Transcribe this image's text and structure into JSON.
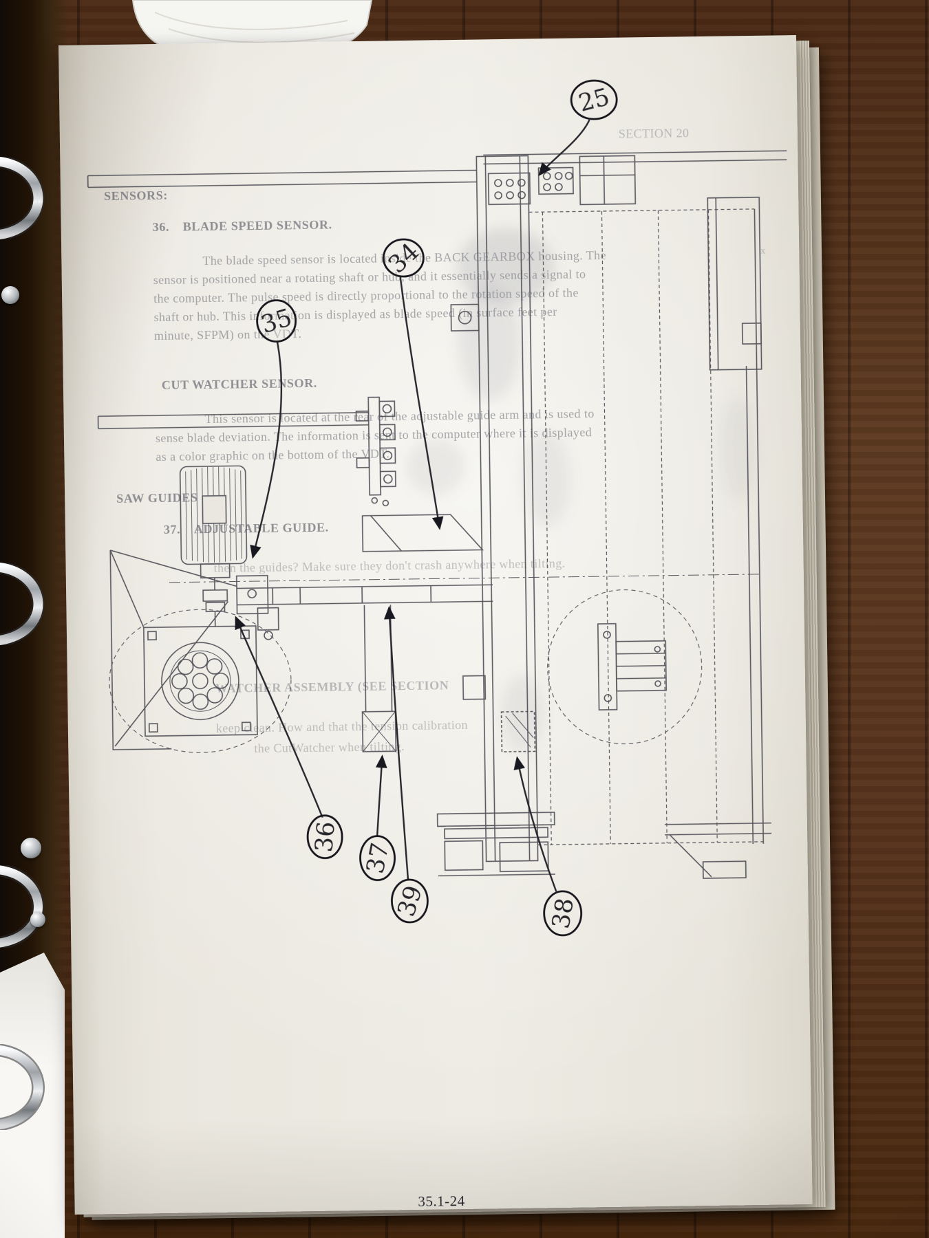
{
  "photo": {
    "section_label": "SECTION 20",
    "page_number": "35.1-24"
  },
  "manual": {
    "sensors_heading": "SENSORS:",
    "item36_number": "36.",
    "item36_title": "BLADE SPEED SENSOR.",
    "item36_lines": [
      "The blade speed sensor is located inside the BACK GEARBOX housing. The",
      "sensor is positioned near a rotating shaft or hub, and it essentially sends a signal to",
      "the computer. The pulse speed is directly proportional to the rotation speed of the",
      "shaft or hub. This information is displayed as blade speed (in surface feet per",
      "minute, SFPM) on the VDT."
    ],
    "cut_watcher_title": "CUT WATCHER SENSOR.",
    "cut_watcher_lines": [
      "This sensor is located at the rear of the adjustable guide arm and is used to",
      "sense blade deviation. The information is sent to the computer where it is displayed",
      "as a color graphic on the bottom of the VDT."
    ],
    "saw_guides_heading": "SAW GUIDES",
    "item37_number": "37.",
    "item37_title": "ADJUSTABLE GUIDE.",
    "item37_line": "then the guides? Make sure they don't crash anywhere when tilting.",
    "item38_fragment": "WATCHER ASSEMBLY (SEE SECTION",
    "item38_lines": [
      "keep clean. How and that the tension calibration",
      "the CutWatcher when tilting."
    ],
    "margin_mark": "x"
  },
  "callouts": {
    "c25": "25",
    "c34": "34",
    "c35": "35",
    "c36": "36",
    "c37": "37",
    "c38": "38",
    "c39": "39"
  },
  "colors": {
    "ink": "#16161c",
    "diagram_line": "#4a4a52",
    "paper": "#eae7df",
    "wood": "#5e3a21"
  }
}
